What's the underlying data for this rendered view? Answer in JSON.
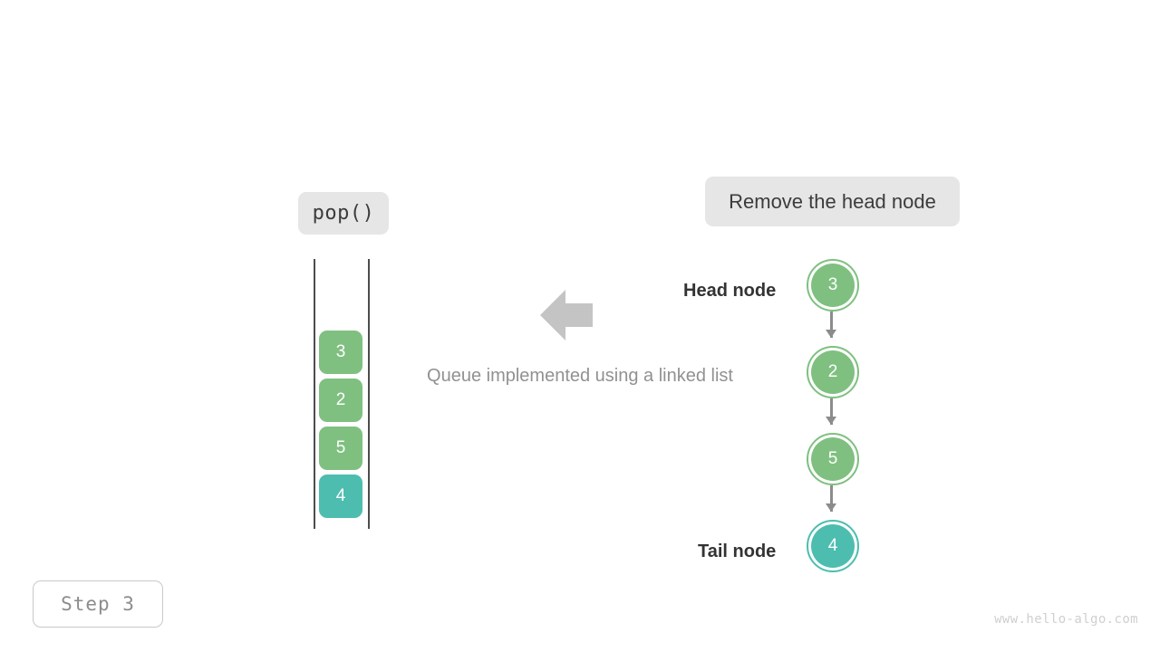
{
  "figure": {
    "operation_label": "pop()",
    "action_label": "Remove the head node",
    "caption": "Queue implemented using a linked list",
    "step_badge": "Step 3",
    "watermark": "www.hello-algo.com",
    "flow_arrow_icon": "arrow-left-icon"
  },
  "colors": {
    "green": "#7fc080",
    "teal": "#4dbdb0",
    "rail": "#4d4d4d",
    "link": "#8c8c8c",
    "pill_bg": "#e6e6e6",
    "caption_text": "#919191",
    "badge_text": "#8c8c8c",
    "watermark_text": "#cfcfcf"
  },
  "stack": {
    "name": "queue-container",
    "blocks": [
      {
        "value": "3",
        "color": "green"
      },
      {
        "value": "2",
        "color": "green"
      },
      {
        "value": "5",
        "color": "green"
      },
      {
        "value": "4",
        "color": "teal"
      }
    ]
  },
  "linked_list": {
    "head_label": "Head node",
    "tail_label": "Tail node",
    "nodes": [
      {
        "value": "3",
        "color": "green"
      },
      {
        "value": "2",
        "color": "green"
      },
      {
        "value": "5",
        "color": "green"
      },
      {
        "value": "4",
        "color": "teal"
      }
    ]
  }
}
